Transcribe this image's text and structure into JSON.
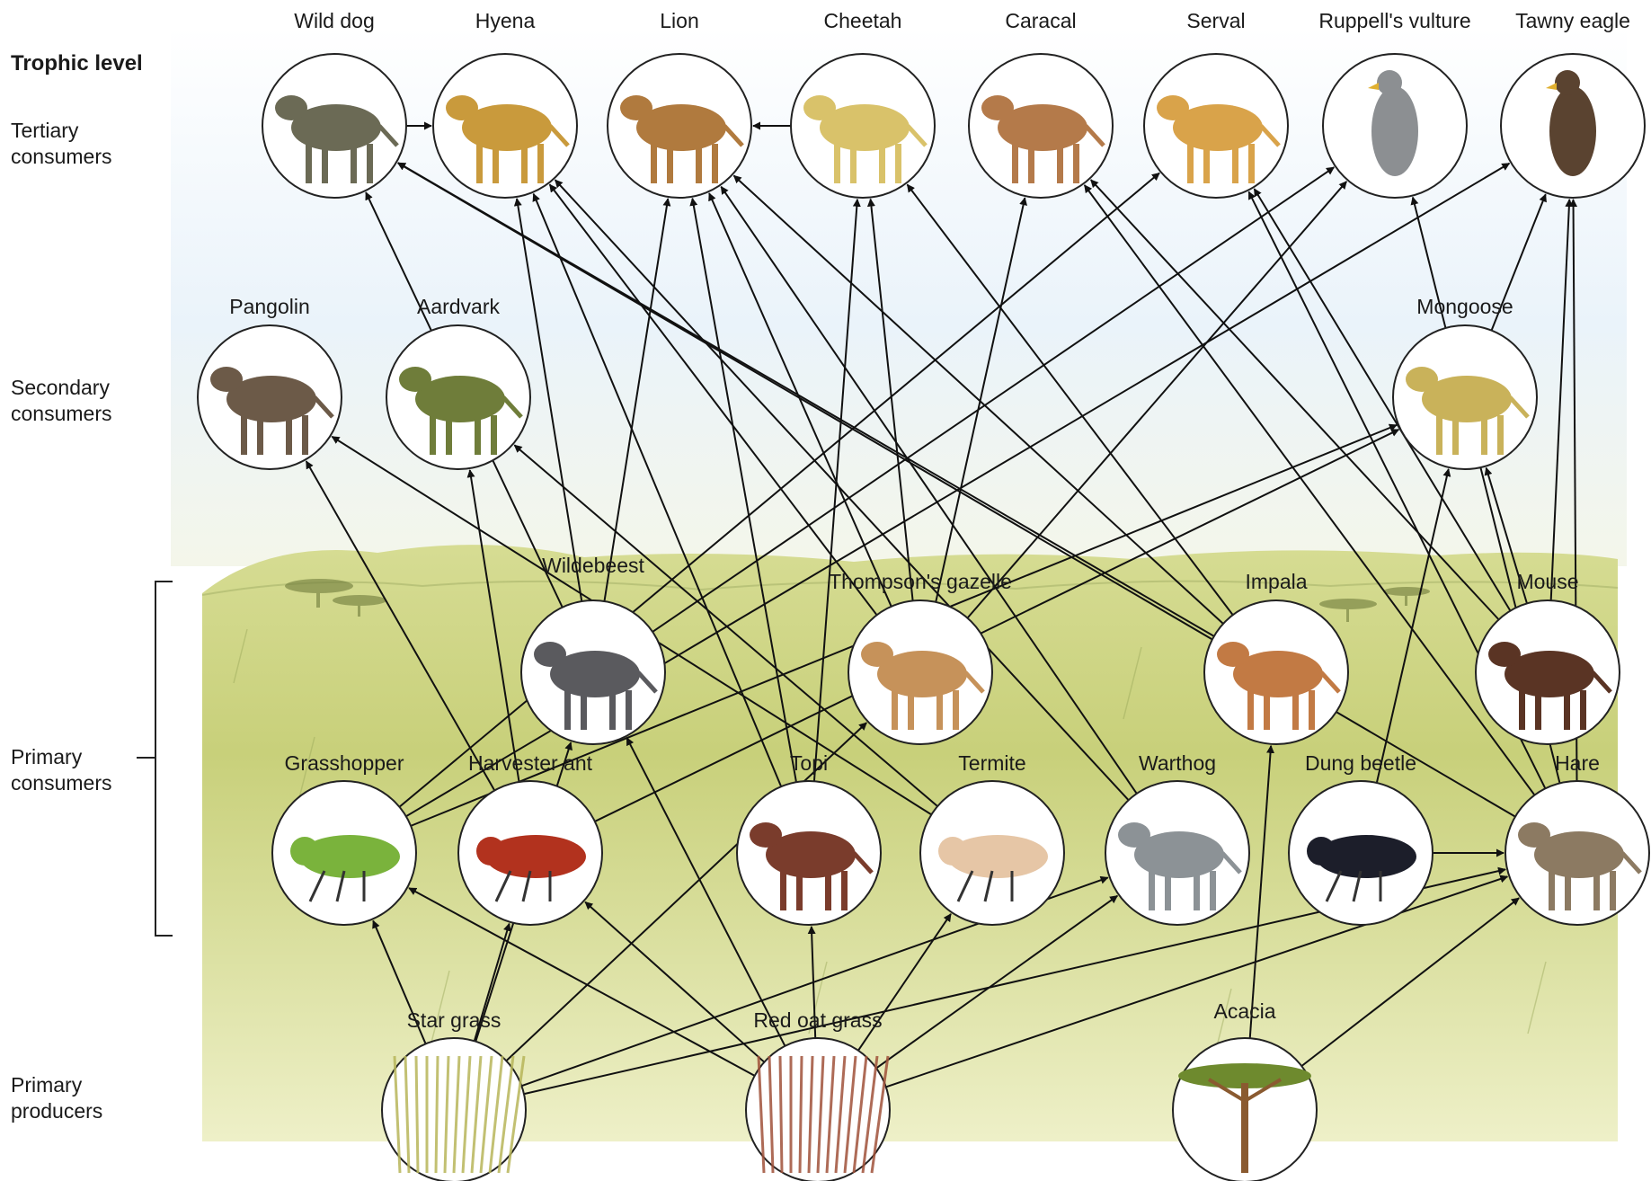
{
  "legend": {
    "title": "Trophic level",
    "levels": [
      {
        "id": "tertiary",
        "line1": "Tertiary",
        "line2": "consumers"
      },
      {
        "id": "secondary",
        "line1": "Secondary",
        "line2": "consumers"
      },
      {
        "id": "primary",
        "line1": "Primary",
        "line2": "consumers"
      },
      {
        "id": "producers",
        "line1": "Primary",
        "line2": "producers"
      }
    ]
  },
  "nodes": [
    {
      "id": "wilddog",
      "label": "Wild dog",
      "level": "tertiary",
      "color": "#6b6a55",
      "icon": "wild-dog-icon"
    },
    {
      "id": "hyena",
      "label": "Hyena",
      "level": "tertiary",
      "color": "#c99a3c",
      "icon": "hyena-icon"
    },
    {
      "id": "lion",
      "label": "Lion",
      "level": "tertiary",
      "color": "#b07a3e",
      "icon": "lion-icon"
    },
    {
      "id": "cheetah",
      "label": "Cheetah",
      "level": "tertiary",
      "color": "#d9c26a",
      "icon": "cheetah-icon"
    },
    {
      "id": "caracal",
      "label": "Caracal",
      "level": "tertiary",
      "color": "#b47a4a",
      "icon": "caracal-icon"
    },
    {
      "id": "serval",
      "label": "Serval",
      "level": "tertiary",
      "color": "#d9a34a",
      "icon": "serval-icon"
    },
    {
      "id": "vulture",
      "label": "Ruppell's vulture",
      "level": "tertiary",
      "color": "#8c8f92",
      "icon": "vulture-icon"
    },
    {
      "id": "eagle",
      "label": "Tawny eagle",
      "level": "tertiary",
      "color": "#5a4330",
      "icon": "eagle-icon"
    },
    {
      "id": "pangolin",
      "label": "Pangolin",
      "level": "secondary",
      "color": "#6c5a48",
      "icon": "pangolin-icon"
    },
    {
      "id": "aardvark",
      "label": "Aardvark",
      "level": "secondary",
      "color": "#6f7d3a",
      "icon": "aardvark-icon"
    },
    {
      "id": "mongoose",
      "label": "Mongoose",
      "level": "secondary",
      "color": "#c9b25a",
      "icon": "mongoose-icon"
    },
    {
      "id": "wildebeest",
      "label": "Wildebeest",
      "level": "primary",
      "color": "#5a5a5e",
      "icon": "wildebeest-icon"
    },
    {
      "id": "gazelle",
      "label": "Thompson's gazelle",
      "level": "primary",
      "color": "#c6925a",
      "icon": "gazelle-icon"
    },
    {
      "id": "impala",
      "label": "Impala",
      "level": "primary",
      "color": "#c27a44",
      "icon": "impala-icon"
    },
    {
      "id": "mouse",
      "label": "Mouse",
      "level": "primary",
      "color": "#5a3424",
      "icon": "mouse-icon"
    },
    {
      "id": "grasshopper",
      "label": "Grasshopper",
      "level": "primary",
      "color": "#7ab33c",
      "icon": "grasshopper-icon"
    },
    {
      "id": "ant",
      "label": "Harvester ant",
      "level": "primary",
      "color": "#b2321e",
      "icon": "ant-icon"
    },
    {
      "id": "topi",
      "label": "Topi",
      "level": "primary",
      "color": "#7a3c2c",
      "icon": "topi-icon"
    },
    {
      "id": "termite",
      "label": "Termite",
      "level": "primary",
      "color": "#e6c6a6",
      "icon": "termite-icon"
    },
    {
      "id": "warthog",
      "label": "Warthog",
      "level": "primary",
      "color": "#8c9296",
      "icon": "warthog-icon"
    },
    {
      "id": "beetle",
      "label": "Dung beetle",
      "level": "primary",
      "color": "#1c1e2a",
      "icon": "beetle-icon"
    },
    {
      "id": "hare",
      "label": "Hare",
      "level": "primary",
      "color": "#8c7a62",
      "icon": "hare-icon"
    },
    {
      "id": "stargrass",
      "label": "Star grass",
      "level": "producers",
      "color": "#b8b65a",
      "icon": "star-grass-icon"
    },
    {
      "id": "redoat",
      "label": "Red oat grass",
      "level": "producers",
      "color": "#a0523a",
      "icon": "red-oat-grass-icon"
    },
    {
      "id": "acacia",
      "label": "Acacia",
      "level": "producers",
      "color": "#6e8a2e",
      "icon": "acacia-icon"
    }
  ],
  "edges": [
    [
      "wilddog",
      "hyena"
    ],
    [
      "cheetah",
      "lion"
    ],
    [
      "stargrass",
      "grasshopper"
    ],
    [
      "stargrass",
      "ant"
    ],
    [
      "stargrass",
      "wildebeest"
    ],
    [
      "stargrass",
      "gazelle"
    ],
    [
      "stargrass",
      "warthog"
    ],
    [
      "stargrass",
      "hare"
    ],
    [
      "redoat",
      "grasshopper"
    ],
    [
      "redoat",
      "ant"
    ],
    [
      "redoat",
      "topi"
    ],
    [
      "redoat",
      "termite"
    ],
    [
      "redoat",
      "warthog"
    ],
    [
      "redoat",
      "hare"
    ],
    [
      "redoat",
      "wildebeest"
    ],
    [
      "acacia",
      "impala"
    ],
    [
      "acacia",
      "hare"
    ],
    [
      "ant",
      "pangolin"
    ],
    [
      "ant",
      "aardvark"
    ],
    [
      "ant",
      "mongoose"
    ],
    [
      "termite",
      "pangolin"
    ],
    [
      "termite",
      "aardvark"
    ],
    [
      "grasshopper",
      "mongoose"
    ],
    [
      "grasshopper",
      "serval"
    ],
    [
      "beetle",
      "mongoose"
    ],
    [
      "beetle",
      "hare"
    ],
    [
      "mouse",
      "mongoose"
    ],
    [
      "mouse",
      "eagle"
    ],
    [
      "mouse",
      "serval"
    ],
    [
      "mouse",
      "caracal"
    ],
    [
      "mongoose",
      "eagle"
    ],
    [
      "wildebeest",
      "wilddog"
    ],
    [
      "wildebeest",
      "hyena"
    ],
    [
      "wildebeest",
      "lion"
    ],
    [
      "wildebeest",
      "vulture"
    ],
    [
      "gazelle",
      "hyena"
    ],
    [
      "gazelle",
      "lion"
    ],
    [
      "gazelle",
      "cheetah"
    ],
    [
      "gazelle",
      "caracal"
    ],
    [
      "gazelle",
      "vulture"
    ],
    [
      "impala",
      "wilddog"
    ],
    [
      "impala",
      "lion"
    ],
    [
      "impala",
      "cheetah"
    ],
    [
      "topi",
      "lion"
    ],
    [
      "topi",
      "hyena"
    ],
    [
      "topi",
      "cheetah"
    ],
    [
      "warthog",
      "lion"
    ],
    [
      "warthog",
      "hyena"
    ],
    [
      "hare",
      "wilddog"
    ],
    [
      "hare",
      "caracal"
    ],
    [
      "hare",
      "serval"
    ],
    [
      "hare",
      "eagle"
    ],
    [
      "hare",
      "vulture"
    ],
    [
      "grasshopper",
      "eagle"
    ]
  ]
}
